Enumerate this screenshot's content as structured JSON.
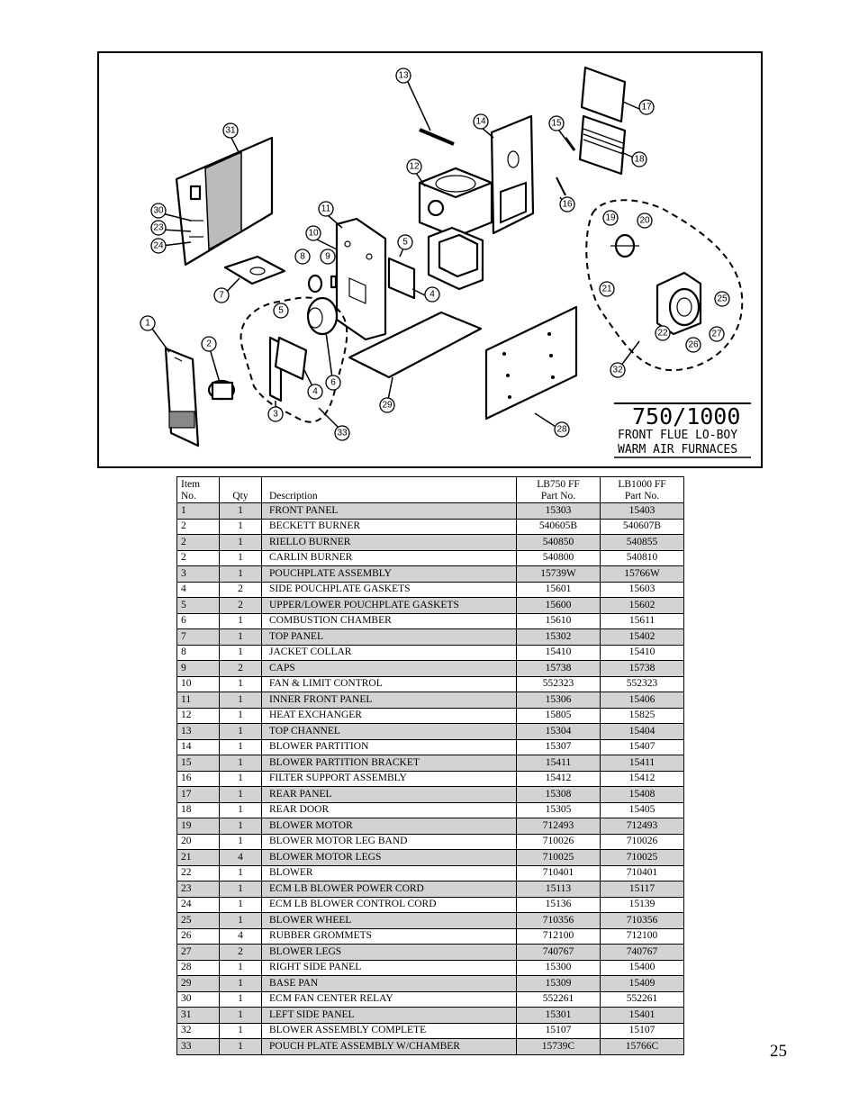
{
  "diagram": {
    "model": "750/1000",
    "subtitle_line1": "FRONT FLUE LO-BOY",
    "subtitle_line2": "WARM AIR FURNACES",
    "callouts": [
      "1",
      "2",
      "3",
      "4",
      "5",
      "6",
      "7",
      "8",
      "9",
      "10",
      "11",
      "12",
      "13",
      "14",
      "15",
      "16",
      "17",
      "18",
      "19",
      "20",
      "21",
      "22",
      "23",
      "24",
      "25",
      "26",
      "27",
      "28",
      "29",
      "30",
      "31",
      "32",
      "33",
      "4",
      "5"
    ]
  },
  "table": {
    "headers": {
      "item": [
        "Item",
        "No."
      ],
      "qty": "Qty",
      "description": "Description",
      "lb750": [
        "LB750 FF",
        "Part No."
      ],
      "lb1000": [
        "LB1000 FF",
        "Part No."
      ]
    },
    "rows": [
      {
        "item": "1",
        "qty": "1",
        "desc": "FRONT PANEL",
        "p750": "15303",
        "p1000": "15403",
        "shaded": true
      },
      {
        "item": "2",
        "qty": "1",
        "desc": "BECKETT BURNER",
        "p750": "540605B",
        "p1000": "540607B",
        "shaded": false
      },
      {
        "item": "2",
        "qty": "1",
        "desc": "RIELLO BURNER",
        "p750": "540850",
        "p1000": "540855",
        "shaded": true
      },
      {
        "item": "2",
        "qty": "1",
        "desc": "CARLIN BURNER",
        "p750": "540800",
        "p1000": "540810",
        "shaded": false
      },
      {
        "item": "3",
        "qty": "1",
        "desc": "POUCHPLATE ASSEMBLY",
        "p750": "15739W",
        "p1000": "15766W",
        "shaded": true
      },
      {
        "item": "4",
        "qty": "2",
        "desc": "SIDE POUCHPLATE GASKETS",
        "p750": "15601",
        "p1000": "15603",
        "shaded": false
      },
      {
        "item": "5",
        "qty": "2",
        "desc": "UPPER/LOWER POUCHPLATE GASKETS",
        "p750": "15600",
        "p1000": "15602",
        "shaded": true
      },
      {
        "item": "6",
        "qty": "1",
        "desc": "COMBUSTION CHAMBER",
        "p750": "15610",
        "p1000": "15611",
        "shaded": false
      },
      {
        "item": "7",
        "qty": "1",
        "desc": "TOP PANEL",
        "p750": "15302",
        "p1000": "15402",
        "shaded": true
      },
      {
        "item": "8",
        "qty": "1",
        "desc": "JACKET COLLAR",
        "p750": "15410",
        "p1000": "15410",
        "shaded": false
      },
      {
        "item": "9",
        "qty": "2",
        "desc": "CAPS",
        "p750": "15738",
        "p1000": "15738",
        "shaded": true
      },
      {
        "item": "10",
        "qty": "1",
        "desc": "FAN & LIMIT CONTROL",
        "p750": "552323",
        "p1000": "552323",
        "shaded": false
      },
      {
        "item": "11",
        "qty": "1",
        "desc": "INNER FRONT PANEL",
        "p750": "15306",
        "p1000": "15406",
        "shaded": true
      },
      {
        "item": "12",
        "qty": "1",
        "desc": "HEAT EXCHANGER",
        "p750": "15805",
        "p1000": "15825",
        "shaded": false
      },
      {
        "item": "13",
        "qty": "1",
        "desc": "TOP CHANNEL",
        "p750": "15304",
        "p1000": "15404",
        "shaded": true
      },
      {
        "item": "14",
        "qty": "1",
        "desc": "BLOWER PARTITION",
        "p750": "15307",
        "p1000": "15407",
        "shaded": false
      },
      {
        "item": "15",
        "qty": "1",
        "desc": "BLOWER PARTITION BRACKET",
        "p750": "15411",
        "p1000": "15411",
        "shaded": true
      },
      {
        "item": "16",
        "qty": "1",
        "desc": "FILTER SUPPORT ASSEMBLY",
        "p750": "15412",
        "p1000": "15412",
        "shaded": false
      },
      {
        "item": "17",
        "qty": "1",
        "desc": "REAR PANEL",
        "p750": "15308",
        "p1000": "15408",
        "shaded": true
      },
      {
        "item": "18",
        "qty": "1",
        "desc": "REAR DOOR",
        "p750": "15305",
        "p1000": "15405",
        "shaded": false
      },
      {
        "item": "19",
        "qty": "1",
        "desc": "BLOWER MOTOR",
        "p750": "712493",
        "p1000": "712493",
        "shaded": true
      },
      {
        "item": "20",
        "qty": "1",
        "desc": "BLOWER MOTOR LEG BAND",
        "p750": "710026",
        "p1000": "710026",
        "shaded": false
      },
      {
        "item": "21",
        "qty": "4",
        "desc": "BLOWER MOTOR LEGS",
        "p750": "710025",
        "p1000": "710025",
        "shaded": true
      },
      {
        "item": "22",
        "qty": "1",
        "desc": "BLOWER",
        "p750": "710401",
        "p1000": "710401",
        "shaded": false
      },
      {
        "item": "23",
        "qty": "1",
        "desc": "ECM LB BLOWER POWER CORD",
        "p750": "15113",
        "p1000": "15117",
        "shaded": true
      },
      {
        "item": "24",
        "qty": "1",
        "desc": "ECM LB BLOWER CONTROL CORD",
        "p750": "15136",
        "p1000": "15139",
        "shaded": false
      },
      {
        "item": "25",
        "qty": "1",
        "desc": "BLOWER WHEEL",
        "p750": "710356",
        "p1000": "710356",
        "shaded": true
      },
      {
        "item": "26",
        "qty": "4",
        "desc": "RUBBER GROMMETS",
        "p750": "712100",
        "p1000": "712100",
        "shaded": false
      },
      {
        "item": "27",
        "qty": "2",
        "desc": "BLOWER LEGS",
        "p750": "740767",
        "p1000": "740767",
        "shaded": true
      },
      {
        "item": "28",
        "qty": "1",
        "desc": "RIGHT SIDE PANEL",
        "p750": "15300",
        "p1000": "15400",
        "shaded": false
      },
      {
        "item": "29",
        "qty": "1",
        "desc": "BASE PAN",
        "p750": "15309",
        "p1000": "15409",
        "shaded": true
      },
      {
        "item": "30",
        "qty": "1",
        "desc": "ECM FAN CENTER RELAY",
        "p750": "552261",
        "p1000": "552261",
        "shaded": false
      },
      {
        "item": "31",
        "qty": "1",
        "desc": "LEFT SIDE PANEL",
        "p750": "15301",
        "p1000": "15401",
        "shaded": true
      },
      {
        "item": "32",
        "qty": "1",
        "desc": "BLOWER ASSEMBLY COMPLETE",
        "p750": "15107",
        "p1000": "15107",
        "shaded": false
      },
      {
        "item": "33",
        "qty": "1",
        "desc": "POUCH PLATE ASSEMBLY W/CHAMBER",
        "p750": "15739C",
        "p1000": "15766C",
        "shaded": true
      }
    ]
  },
  "page_number": "25"
}
